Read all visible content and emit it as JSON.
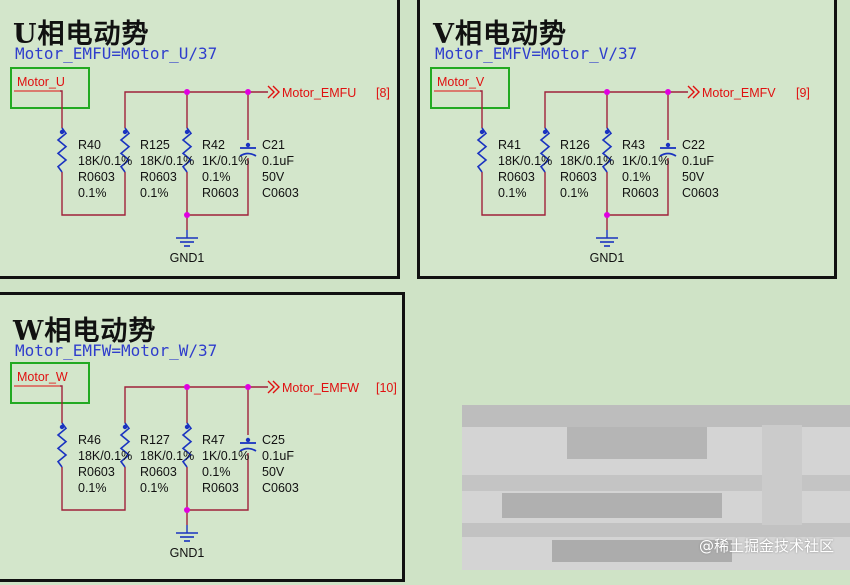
{
  "panels": {
    "u": {
      "title": "U相电动势",
      "formula": "Motor_EMFU=Motor_U/37",
      "input_label": "Motor_U",
      "output_label": "Motor_EMFU",
      "output_ref": "[8]",
      "gnd": "GND1",
      "comps": [
        {
          "ref": "R40",
          "value": "18K/0.1%",
          "pkg": "R0603",
          "tol": "0.1%"
        },
        {
          "ref": "R125",
          "value": "18K/0.1%",
          "pkg": "R0603",
          "tol": "0.1%"
        },
        {
          "ref": "R42",
          "value": "1K/0.1%",
          "pkg": "0.1%",
          "tol": "R0603"
        },
        {
          "ref": "C21",
          "value": "0.1uF",
          "pkg": "50V",
          "tol": "C0603"
        }
      ]
    },
    "v": {
      "title": "V相电动势",
      "formula": "Motor_EMFV=Motor_V/37",
      "input_label": "Motor_V",
      "output_label": "Motor_EMFV",
      "output_ref": "[9]",
      "gnd": "GND1",
      "comps": [
        {
          "ref": "R41",
          "value": "18K/0.1%",
          "pkg": "R0603",
          "tol": "0.1%"
        },
        {
          "ref": "R126",
          "value": "18K/0.1%",
          "pkg": "R0603",
          "tol": "0.1%"
        },
        {
          "ref": "R43",
          "value": "1K/0.1%",
          "pkg": "0.1%",
          "tol": "R0603"
        },
        {
          "ref": "C22",
          "value": "0.1uF",
          "pkg": "50V",
          "tol": "C0603"
        }
      ]
    },
    "w": {
      "title": "W相电动势",
      "formula": "Motor_EMFW=Motor_W/37",
      "input_label": "Motor_W",
      "output_label": "Motor_EMFW",
      "output_ref": "[10]",
      "gnd": "GND1",
      "comps": [
        {
          "ref": "R46",
          "value": "18K/0.1%",
          "pkg": "R0603",
          "tol": "0.1%"
        },
        {
          "ref": "R127",
          "value": "18K/0.1%",
          "pkg": "R0603",
          "tol": "0.1%"
        },
        {
          "ref": "R47",
          "value": "1K/0.1%",
          "pkg": "0.1%",
          "tol": "R0603"
        },
        {
          "ref": "C25",
          "value": "0.1uF",
          "pkg": "50V",
          "tol": "C0603"
        }
      ]
    }
  },
  "watermark": "@稀土掘金技术社区",
  "colors": {
    "wire": "#a0213a",
    "junction": "#e000e0",
    "netlabel": "#e01010",
    "part": "#1a33c0",
    "highlight": "#22aa22"
  }
}
